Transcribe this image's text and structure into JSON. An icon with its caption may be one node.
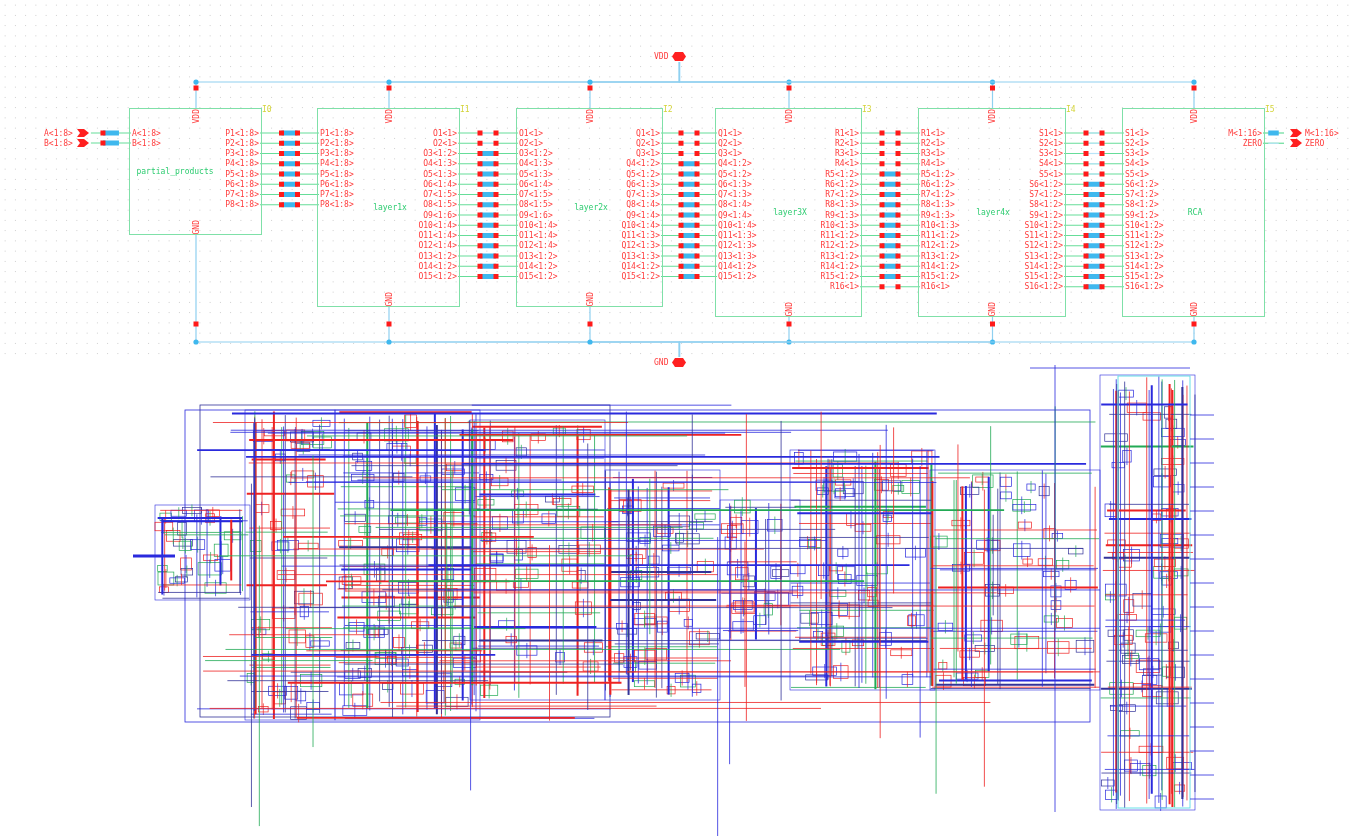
{
  "diagram": {
    "nodes": [
      {
        "text": [
          "VDD"
        ]
      },
      {
        "text": [
          "A<1:8>"
        ]
      },
      {
        "text": [
          "B<1:8>"
        ]
      },
      {
        "text": [
          "partial_products"
        ],
        "beside": [
          "I0"
        ]
      },
      {
        "text": [
          "VDD"
        ],
        "in": 3
      },
      {
        "text": [
          "A<1:8>"
        ],
        "in": 3
      },
      {
        "text": [
          "B<1:8>"
        ],
        "in": 3
      },
      {
        "text": [
          "P1<1:8>"
        ],
        "in": 3
      },
      {
        "text": [
          "P2<1:8>"
        ],
        "in": 3
      },
      {
        "text": [
          "P3<1:8>"
        ],
        "in": 3
      },
      {
        "text": [
          "P4<1:8>"
        ],
        "in": 3
      },
      {
        "text": [
          "P5<1:8>"
        ],
        "in": 3
      },
      {
        "text": [
          "P6<1:8>"
        ],
        "in": 3
      },
      {
        "text": [
          "P7<1:8>"
        ],
        "in": 3
      },
      {
        "text": [
          "P8<1:8>"
        ],
        "in": 3
      },
      {
        "text": [
          "GND"
        ],
        "in": 3
      },
      {
        "text": [
          "layer1x"
        ],
        "beside": [
          "I1"
        ]
      },
      {
        "text": [
          "VDD"
        ],
        "in": 16
      },
      {
        "text": [
          "P1<1:8>"
        ],
        "in": 16
      },
      {
        "text": [
          "P2<1:8>"
        ],
        "in": 16
      },
      {
        "text": [
          "P3<1:8>"
        ],
        "in": 16
      },
      {
        "text": [
          "P4<1:8>"
        ],
        "in": 16
      },
      {
        "text": [
          "P5<1:8>"
        ],
        "in": 16
      },
      {
        "text": [
          "P6<1:8>"
        ],
        "in": 16
      },
      {
        "text": [
          "P7<1:8>"
        ],
        "in": 16
      },
      {
        "text": [
          "P8<1:8>"
        ],
        "in": 16
      },
      {
        "text": [
          "O1<1>"
        ],
        "in": 16
      },
      {
        "text": [
          "O2<1>"
        ],
        "in": 16
      },
      {
        "text": [
          "O3<1:2>"
        ],
        "in": 16
      },
      {
        "text": [
          "O4<1:3>"
        ],
        "in": 16
      },
      {
        "text": [
          "O5<1:3>"
        ],
        "in": 16
      },
      {
        "text": [
          "O6<1:4>"
        ],
        "in": 16
      },
      {
        "text": [
          "O7<1:5>"
        ],
        "in": 16
      },
      {
        "text": [
          "O8<1:5>"
        ],
        "in": 16
      },
      {
        "text": [
          "O9<1:6>"
        ],
        "in": 16
      },
      {
        "text": [
          "O10<1:4>"
        ],
        "in": 16
      },
      {
        "text": [
          "O11<1:4>"
        ],
        "in": 16
      },
      {
        "text": [
          "O12<1:4>"
        ],
        "in": 16
      },
      {
        "text": [
          "O13<1:2>"
        ],
        "in": 16
      },
      {
        "text": [
          "O14<1:2>"
        ],
        "in": 16
      },
      {
        "text": [
          "O15<1:2>"
        ],
        "in": 16
      },
      {
        "text": [
          "GND"
        ],
        "in": 16
      },
      {
        "text": [
          "layer2x"
        ],
        "beside": [
          "I2"
        ]
      },
      {
        "text": [
          "VDD"
        ],
        "in": 42
      },
      {
        "text": [
          "O1<1>"
        ],
        "in": 42
      },
      {
        "text": [
          "O2<1>"
        ],
        "in": 42
      },
      {
        "text": [
          "O3<1:2>"
        ],
        "in": 42
      },
      {
        "text": [
          "O4<1:3>"
        ],
        "in": 42
      },
      {
        "text": [
          "O5<1:3>"
        ],
        "in": 42
      },
      {
        "text": [
          "O6<1:4>"
        ],
        "in": 42
      },
      {
        "text": [
          "O7<1:5>"
        ],
        "in": 42
      },
      {
        "text": [
          "O8<1:5>"
        ],
        "in": 42
      },
      {
        "text": [
          "O9<1:6>"
        ],
        "in": 42
      },
      {
        "text": [
          "O10<1:4>"
        ],
        "in": 42
      },
      {
        "text": [
          "O11<1:4>"
        ],
        "in": 42
      },
      {
        "text": [
          "O12<1:4>"
        ],
        "in": 42
      },
      {
        "text": [
          "O13<1:2>"
        ],
        "in": 42
      },
      {
        "text": [
          "O14<1:2>"
        ],
        "in": 42
      },
      {
        "text": [
          "O15<1:2>"
        ],
        "in": 42
      },
      {
        "text": [
          "Q1<1>"
        ],
        "in": 42
      },
      {
        "text": [
          "Q2<1>"
        ],
        "in": 42
      },
      {
        "text": [
          "Q3<1>"
        ],
        "in": 42
      },
      {
        "text": [
          "Q4<1:2>"
        ],
        "in": 42
      },
      {
        "text": [
          "Q5<1:2>"
        ],
        "in": 42
      },
      {
        "text": [
          "Q6<1:3>"
        ],
        "in": 42
      },
      {
        "text": [
          "Q7<1:3>"
        ],
        "in": 42
      },
      {
        "text": [
          "Q8<1:4>"
        ],
        "in": 42
      },
      {
        "text": [
          "Q9<1:4>"
        ],
        "in": 42
      },
      {
        "text": [
          "Q10<1:4>"
        ],
        "in": 42
      },
      {
        "text": [
          "Q11<1:3>"
        ],
        "in": 42
      },
      {
        "text": [
          "Q12<1:3>"
        ],
        "in": 42
      },
      {
        "text": [
          "Q13<1:3>"
        ],
        "in": 42
      },
      {
        "text": [
          "Q14<1:2>"
        ],
        "in": 42
      },
      {
        "text": [
          "Q15<1:2>"
        ],
        "in": 42
      },
      {
        "text": [
          "GND"
        ],
        "in": 42
      },
      {
        "text": [
          "layer3X"
        ],
        "beside": [
          "I3"
        ]
      },
      {
        "text": [
          "VDD"
        ],
        "in": 75
      },
      {
        "text": [
          "Q1<1>"
        ],
        "in": 75
      },
      {
        "text": [
          "Q2<1>"
        ],
        "in": 75
      },
      {
        "text": [
          "Q3<1>"
        ],
        "in": 75
      },
      {
        "text": [
          "Q4<1:2>"
        ],
        "in": 75
      },
      {
        "text": [
          "Q5<1:2>"
        ],
        "in": 75
      },
      {
        "text": [
          "Q6<1:3>"
        ],
        "in": 75
      },
      {
        "text": [
          "Q7<1:3>"
        ],
        "in": 75
      },
      {
        "text": [
          "Q8<1:4>"
        ],
        "in": 75
      },
      {
        "text": [
          "Q9<1:4>"
        ],
        "in": 75
      },
      {
        "text": [
          "Q10<1:4>"
        ],
        "in": 75
      },
      {
        "text": [
          "Q11<1:3>"
        ],
        "in": 75
      },
      {
        "text": [
          "Q12<1:3>"
        ],
        "in": 75
      },
      {
        "text": [
          "Q13<1:3>"
        ],
        "in": 75
      },
      {
        "text": [
          "Q14<1:2>"
        ],
        "in": 75
      },
      {
        "text": [
          "Q15<1:2>"
        ],
        "in": 75
      },
      {
        "text": [
          "R1<1>"
        ],
        "in": 75
      },
      {
        "text": [
          "R2<1>"
        ],
        "in": 75
      },
      {
        "text": [
          "R3<1>"
        ],
        "in": 75
      },
      {
        "text": [
          "R4<1>"
        ],
        "in": 75
      },
      {
        "text": [
          "R5<1:2>"
        ],
        "in": 75
      },
      {
        "text": [
          "R6<1:2>"
        ],
        "in": 75
      },
      {
        "text": [
          "R7<1:2>"
        ],
        "in": 75
      },
      {
        "text": [
          "R8<1:3>"
        ],
        "in": 75
      },
      {
        "text": [
          "R9<1:3>"
        ],
        "in": 75
      },
      {
        "text": [
          "R10<1:3>"
        ],
        "in": 75
      },
      {
        "text": [
          "R11<1:2>"
        ],
        "in": 75
      },
      {
        "text": [
          "R12<1:2>"
        ],
        "in": 75
      },
      {
        "text": [
          "R13<1:2>"
        ],
        "in": 75
      },
      {
        "text": [
          "R14<1:2>"
        ],
        "in": 75
      },
      {
        "text": [
          "R15<1:2>"
        ],
        "in": 75
      },
      {
        "text": [
          "R16<1>"
        ],
        "in": 75
      },
      {
        "text": [
          "GND"
        ],
        "in": 75
      },
      {
        "text": [
          "layer4x"
        ],
        "beside": [
          "I4"
        ]
      },
      {
        "text": [
          "VDD"
        ],
        "in": 109
      },
      {
        "text": [
          "R1<1>"
        ],
        "in": 109
      },
      {
        "text": [
          "R2<1>"
        ],
        "in": 109
      },
      {
        "text": [
          "R3<1>"
        ],
        "in": 109
      },
      {
        "text": [
          "R4<1>"
        ],
        "in": 109
      },
      {
        "text": [
          "R5<1:2>"
        ],
        "in": 109
      },
      {
        "text": [
          "R6<1:2>"
        ],
        "in": 109
      },
      {
        "text": [
          "R7<1:2>"
        ],
        "in": 109
      },
      {
        "text": [
          "R8<1:3>"
        ],
        "in": 109
      },
      {
        "text": [
          "R9<1:3>"
        ],
        "in": 109
      },
      {
        "text": [
          "R10<1:3>"
        ],
        "in": 109
      },
      {
        "text": [
          "R11<1:2>"
        ],
        "in": 109
      },
      {
        "text": [
          "R12<1:2>"
        ],
        "in": 109
      },
      {
        "text": [
          "R13<1:2>"
        ],
        "in": 109
      },
      {
        "text": [
          "R14<1:2>"
        ],
        "in": 109
      },
      {
        "text": [
          "R15<1:2>"
        ],
        "in": 109
      },
      {
        "text": [
          "R16<1>"
        ],
        "in": 109
      },
      {
        "text": [
          "S1<1>"
        ],
        "in": 109
      },
      {
        "text": [
          "S2<1>"
        ],
        "in": 109
      },
      {
        "text": [
          "S3<1>"
        ],
        "in": 109
      },
      {
        "text": [
          "S4<1>"
        ],
        "in": 109
      },
      {
        "text": [
          "S5<1>"
        ],
        "in": 109
      },
      {
        "text": [
          "S6<1:2>"
        ],
        "in": 109
      },
      {
        "text": [
          "S7<1:2>"
        ],
        "in": 109
      },
      {
        "text": [
          "S8<1:2>"
        ],
        "in": 109
      },
      {
        "text": [
          "S9<1:2>"
        ],
        "in": 109
      },
      {
        "text": [
          "S10<1:2>"
        ],
        "in": 109
      },
      {
        "text": [
          "S11<1:2>"
        ],
        "in": 109
      },
      {
        "text": [
          "S12<1:2>"
        ],
        "in": 109
      },
      {
        "text": [
          "S13<1:2>"
        ],
        "in": 109
      },
      {
        "text": [
          "S14<1:2>"
        ],
        "in": 109
      },
      {
        "text": [
          "S15<1:2>"
        ],
        "in": 109
      },
      {
        "text": [
          "S16<1:2>"
        ],
        "in": 109
      },
      {
        "text": [
          "GND"
        ],
        "in": 109
      },
      {
        "text": [
          "RCA"
        ],
        "beside": [
          "I5"
        ]
      },
      {
        "text": [
          "VDD"
        ],
        "in": 144
      },
      {
        "text": [
          "S1<1>"
        ],
        "in": 144
      },
      {
        "text": [
          "S2<1>"
        ],
        "in": 144
      },
      {
        "text": [
          "S3<1>"
        ],
        "in": 144
      },
      {
        "text": [
          "S4<1>"
        ],
        "in": 144
      },
      {
        "text": [
          "S5<1>"
        ],
        "in": 144
      },
      {
        "text": [
          "S6<1:2>"
        ],
        "in": 144
      },
      {
        "text": [
          "S7<1:2>"
        ],
        "in": 144
      },
      {
        "text": [
          "S8<1:2>"
        ],
        "in": 144
      },
      {
        "text": [
          "S9<1:2>"
        ],
        "in": 144
      },
      {
        "text": [
          "S10<1:2>"
        ],
        "in": 144
      },
      {
        "text": [
          "S11<1:2>"
        ],
        "in": 144
      },
      {
        "text": [
          "S12<1:2>"
        ],
        "in": 144
      },
      {
        "text": [
          "S13<1:2>"
        ],
        "in": 144
      },
      {
        "text": [
          "S14<1:2>"
        ],
        "in": 144
      },
      {
        "text": [
          "S15<1:2>"
        ],
        "in": 144
      },
      {
        "text": [
          "S16<1:2>"
        ],
        "in": 144
      },
      {
        "text": [
          "M<1:16>"
        ],
        "in": 144
      },
      {
        "text": [
          "ZERO"
        ],
        "in": 144
      },
      {
        "text": [
          "GND"
        ],
        "in": 144
      },
      {
        "text": [
          "M<1:16>"
        ]
      },
      {
        "text": [
          "ZERO"
        ]
      },
      {
        "text": [
          "GND"
        ]
      }
    ],
    "edges": [
      {
        "from": 0,
        "to": 4,
        "arrow": "none",
        "color": "#8fd0f0"
      },
      {
        "from": 0,
        "to": 17,
        "arrow": "none",
        "color": "#8fd0f0"
      },
      {
        "from": 0,
        "to": 43,
        "arrow": "none",
        "color": "#8fd0f0"
      },
      {
        "from": 0,
        "to": 76,
        "arrow": "none",
        "color": "#8fd0f0"
      },
      {
        "from": 0,
        "to": 110,
        "arrow": "none",
        "color": "#8fd0f0"
      },
      {
        "from": 0,
        "to": 145,
        "arrow": "none",
        "color": "#8fd0f0"
      },
      {
        "from": 1,
        "to": 5,
        "arrow": "none"
      },
      {
        "from": 2,
        "to": 6,
        "arrow": "none"
      },
      {
        "from": 7,
        "to": 18,
        "arrow": "none"
      },
      {
        "from": 8,
        "to": 19,
        "arrow": "none"
      },
      {
        "from": 9,
        "to": 20,
        "arrow": "none"
      },
      {
        "from": 10,
        "to": 21,
        "arrow": "none"
      },
      {
        "from": 11,
        "to": 22,
        "arrow": "none"
      },
      {
        "from": 12,
        "to": 23,
        "arrow": "none"
      },
      {
        "from": 13,
        "to": 24,
        "arrow": "none"
      },
      {
        "from": 14,
        "to": 25,
        "arrow": "none"
      },
      {
        "from": 26,
        "to": 44,
        "arrow": "none"
      },
      {
        "from": 27,
        "to": 45,
        "arrow": "none"
      },
      {
        "from": 28,
        "to": 46,
        "arrow": "none"
      },
      {
        "from": 29,
        "to": 47,
        "arrow": "none"
      },
      {
        "from": 30,
        "to": 48,
        "arrow": "none"
      },
      {
        "from": 31,
        "to": 49,
        "arrow": "none"
      },
      {
        "from": 32,
        "to": 50,
        "arrow": "none"
      },
      {
        "from": 33,
        "to": 51,
        "arrow": "none"
      },
      {
        "from": 34,
        "to": 52,
        "arrow": "none"
      },
      {
        "from": 35,
        "to": 53,
        "arrow": "none"
      },
      {
        "from": 36,
        "to": 54,
        "arrow": "none"
      },
      {
        "from": 37,
        "to": 55,
        "arrow": "none"
      },
      {
        "from": 38,
        "to": 56,
        "arrow": "none"
      },
      {
        "from": 39,
        "to": 57,
        "arrow": "none"
      },
      {
        "from": 40,
        "to": 58,
        "arrow": "none"
      },
      {
        "from": 59,
        "to": 77,
        "arrow": "none"
      },
      {
        "from": 60,
        "to": 78,
        "arrow": "none"
      },
      {
        "from": 61,
        "to": 79,
        "arrow": "none"
      },
      {
        "from": 62,
        "to": 80,
        "arrow": "none"
      },
      {
        "from": 63,
        "to": 81,
        "arrow": "none"
      },
      {
        "from": 64,
        "to": 82,
        "arrow": "none"
      },
      {
        "from": 65,
        "to": 83,
        "arrow": "none"
      },
      {
        "from": 66,
        "to": 84,
        "arrow": "none"
      },
      {
        "from": 67,
        "to": 85,
        "arrow": "none"
      },
      {
        "from": 68,
        "to": 86,
        "arrow": "none"
      },
      {
        "from": 69,
        "to": 87,
        "arrow": "none"
      },
      {
        "from": 70,
        "to": 88,
        "arrow": "none"
      },
      {
        "from": 71,
        "to": 89,
        "arrow": "none"
      },
      {
        "from": 72,
        "to": 90,
        "arrow": "none"
      },
      {
        "from": 73,
        "to": 91,
        "arrow": "none"
      },
      {
        "from": 92,
        "to": 111,
        "arrow": "none"
      },
      {
        "from": 93,
        "to": 112,
        "arrow": "none"
      },
      {
        "from": 94,
        "to": 113,
        "arrow": "none"
      },
      {
        "from": 95,
        "to": 114,
        "arrow": "none"
      },
      {
        "from": 96,
        "to": 115,
        "arrow": "none"
      },
      {
        "from": 97,
        "to": 116,
        "arrow": "none"
      },
      {
        "from": 98,
        "to": 117,
        "arrow": "none"
      },
      {
        "from": 99,
        "to": 118,
        "arrow": "none"
      },
      {
        "from": 100,
        "to": 119,
        "arrow": "none"
      },
      {
        "from": 101,
        "to": 120,
        "arrow": "none"
      },
      {
        "from": 102,
        "to": 121,
        "arrow": "none"
      },
      {
        "from": 103,
        "to": 122,
        "arrow": "none"
      },
      {
        "from": 104,
        "to": 123,
        "arrow": "none"
      },
      {
        "from": 105,
        "to": 124,
        "arrow": "none"
      },
      {
        "from": 106,
        "to": 125,
        "arrow": "none"
      },
      {
        "from": 107,
        "to": 126,
        "arrow": "none"
      },
      {
        "from": 127,
        "to": 146,
        "arrow": "none"
      },
      {
        "from": 128,
        "to": 147,
        "arrow": "none"
      },
      {
        "from": 129,
        "to": 148,
        "arrow": "none"
      },
      {
        "from": 130,
        "to": 149,
        "arrow": "none"
      },
      {
        "from": 131,
        "to": 150,
        "arrow": "none"
      },
      {
        "from": 132,
        "to": 151,
        "arrow": "none"
      },
      {
        "from": 133,
        "to": 152,
        "arrow": "none"
      },
      {
        "from": 134,
        "to": 153,
        "arrow": "none"
      },
      {
        "from": 135,
        "to": 154,
        "arrow": "none"
      },
      {
        "from": 136,
        "to": 155,
        "arrow": "none"
      },
      {
        "from": 137,
        "to": 156,
        "arrow": "none"
      },
      {
        "from": 138,
        "to": 157,
        "arrow": "none"
      },
      {
        "from": 139,
        "to": 158,
        "arrow": "none"
      },
      {
        "from": 140,
        "to": 159,
        "arrow": "none"
      },
      {
        "from": 141,
        "to": 160,
        "arrow": "none"
      },
      {
        "from": 142,
        "to": 161,
        "arrow": "none"
      },
      {
        "from": 162,
        "to": 165,
        "arrow": "none"
      },
      {
        "from": 163,
        "to": 166,
        "arrow": "none"
      },
      {
        "from": 15,
        "to": 167,
        "arrow": "none",
        "color": "#8fd0f0"
      },
      {
        "from": 41,
        "to": 167,
        "arrow": "none",
        "color": "#8fd0f0"
      },
      {
        "from": 74,
        "to": 167,
        "arrow": "none",
        "color": "#8fd0f0"
      },
      {
        "from": 108,
        "to": 167,
        "arrow": "none",
        "color": "#8fd0f0"
      },
      {
        "from": 143,
        "to": 167,
        "arrow": "none",
        "color": "#8fd0f0"
      },
      {
        "from": 164,
        "to": 167,
        "arrow": "none",
        "color": "#8fd0f0"
      }
    ]
  }
}
